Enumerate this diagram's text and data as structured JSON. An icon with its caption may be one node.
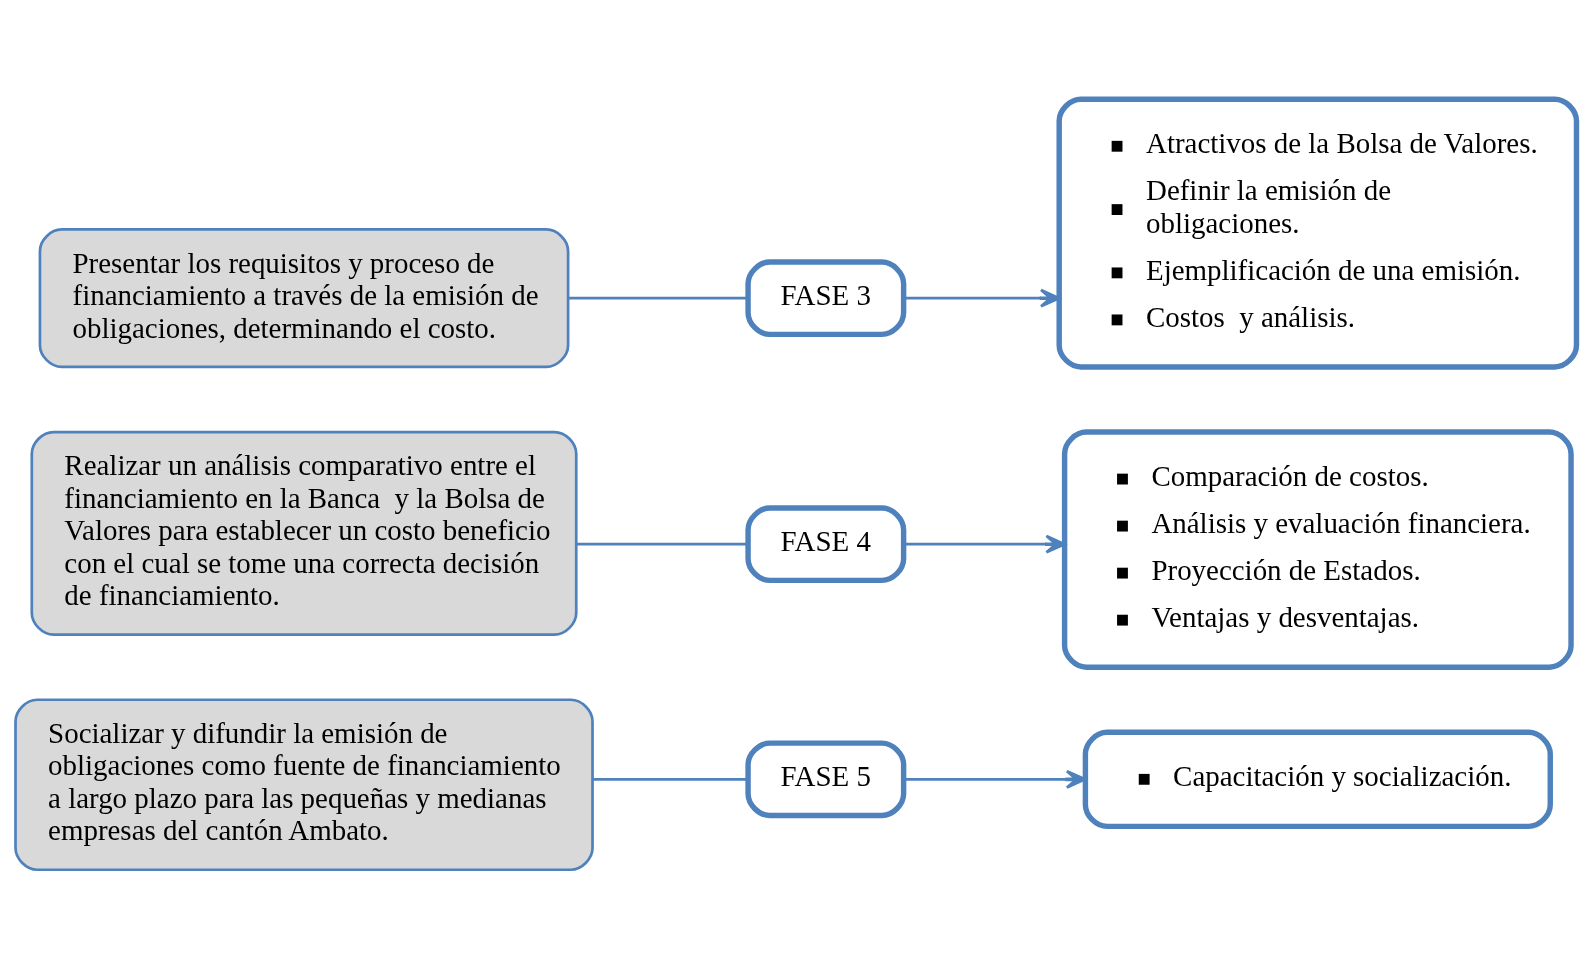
{
  "diagram": {
    "nodes": [
      {
        "text": [
          "Presentar los requisitos y proceso de financiamiento a través de la emisión de obligaciones, determinando el costo."
        ]
      },
      {
        "text": [
          "FASE 3"
        ]
      },
      {
        "text": [
          "Atractivos de la Bolsa de Valores.",
          "Definir la emisión de obligaciones.",
          "Ejemplificación de una emisión.",
          "Costos  y análisis."
        ]
      },
      {
        "text": [
          "Realizar un análisis comparativo entre el financiamiento en la Banca  y la Bolsa de Valores para establecer un costo beneficio con el cual se tome una correcta decisión de financiamiento."
        ]
      },
      {
        "text": [
          "FASE 4"
        ]
      },
      {
        "text": [
          "Comparación de costos.",
          "Análisis y evaluación financiera.",
          "Proyección de Estados.",
          "Ventajas y desventajas."
        ]
      },
      {
        "text": [
          "Socializar y difundir la emisión de obligaciones como fuente de financiamiento a largo plazo para las pequeñas y medianas empresas del cantón Ambato."
        ]
      },
      {
        "text": [
          "FASE 5"
        ]
      },
      {
        "text": [
          "Capacitación y socialización."
        ]
      }
    ],
    "edges": [
      {
        "from": 0,
        "to": 1,
        "arrow": "none"
      },
      {
        "from": 1,
        "to": 2,
        "arrow": "to"
      },
      {
        "from": 3,
        "to": 4,
        "arrow": "none"
      },
      {
        "from": 4,
        "to": 5,
        "arrow": "to"
      },
      {
        "from": 6,
        "to": 7,
        "arrow": "none"
      },
      {
        "from": 7,
        "to": 8,
        "arrow": "to"
      }
    ]
  }
}
